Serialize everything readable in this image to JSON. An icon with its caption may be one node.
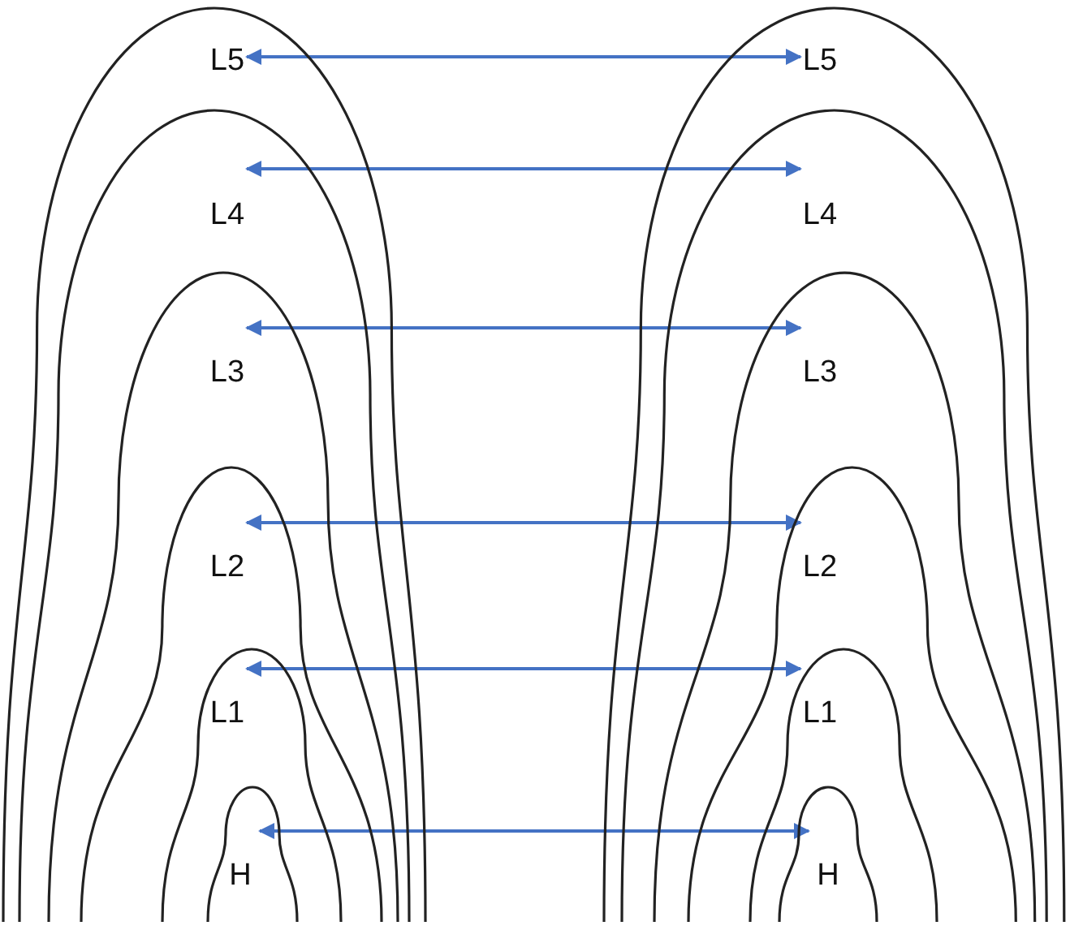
{
  "diagram": {
    "nodes": [
      {
        "text": [
          "L5"
        ]
      },
      {
        "text": [
          "L4"
        ],
        "in": 0
      },
      {
        "text": [
          "L3"
        ],
        "in": 1
      },
      {
        "text": [
          "L2"
        ],
        "in": 2
      },
      {
        "text": [
          "L1"
        ],
        "in": 3
      },
      {
        "text": [
          "H"
        ],
        "in": 4
      },
      {
        "text": [
          "L5"
        ]
      },
      {
        "text": [
          "L4"
        ],
        "in": 6
      },
      {
        "text": [
          "L3"
        ],
        "in": 7
      },
      {
        "text": [
          "L2"
        ],
        "in": 8
      },
      {
        "text": [
          "L1"
        ],
        "in": 9
      },
      {
        "text": [
          "H"
        ],
        "in": 10
      }
    ],
    "edges": [
      {
        "from": 0,
        "to": 6,
        "arrow": "both"
      },
      {
        "from": 1,
        "to": 7,
        "arrow": "both"
      },
      {
        "from": 2,
        "to": 8,
        "arrow": "both"
      },
      {
        "from": 3,
        "to": 9,
        "arrow": "both"
      },
      {
        "from": 4,
        "to": 10,
        "arrow": "both"
      },
      {
        "from": 5,
        "to": 11,
        "arrow": "both"
      }
    ]
  }
}
